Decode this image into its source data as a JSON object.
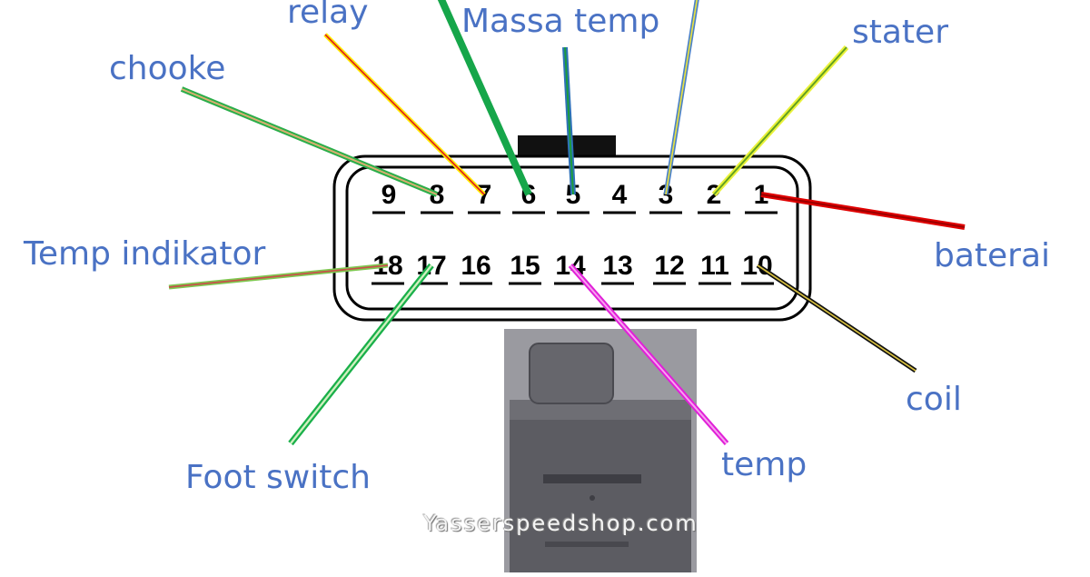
{
  "connector": {
    "pins_top": [
      "9",
      "8",
      "7",
      "6",
      "5",
      "4",
      "3",
      "2",
      "1"
    ],
    "pins_bottom": [
      "18",
      "17",
      "16",
      "15",
      "14",
      "13",
      "12",
      "11",
      "10"
    ]
  },
  "wires": [
    {
      "label": "relay",
      "pin": "7",
      "colors": [
        "#ffeb00",
        "#e02020"
      ]
    },
    {
      "label": "Massa temp",
      "pin": "5",
      "colors": [
        "#2e72b8",
        "#1c9c3c"
      ]
    },
    {
      "label": "stater",
      "pin": "2",
      "colors": [
        "#eaf23a",
        "#62a020"
      ]
    },
    {
      "label": "chooke",
      "pin": "8",
      "colors": [
        "#2aae4a",
        "#d8b070"
      ]
    },
    {
      "label": "Temp indikator",
      "pin": "18",
      "colors": [
        "#7ec850",
        "#c8504a"
      ]
    },
    {
      "label": "baterai",
      "pin": "1",
      "colors": [
        "#e00000",
        "#9c0000"
      ]
    },
    {
      "label": "coil",
      "pin": "10",
      "colors": [
        "#101010",
        "#d8c040"
      ]
    },
    {
      "label": "Foot switch",
      "pin": "17",
      "colors": [
        "#1ab04a",
        "#d0f0c0"
      ]
    },
    {
      "label": "temp",
      "pin": "14",
      "colors": [
        "#e020d8",
        "#f8a0f0"
      ]
    },
    {
      "label": "",
      "pin": "6",
      "colors": [
        "#16a64a",
        "#16a64a"
      ]
    },
    {
      "label": "",
      "pin": "3",
      "colors": [
        "#4c82c8",
        "#e8e040"
      ]
    }
  ],
  "watermark": "Yasserspeedshop.com",
  "colors": {
    "label_text": "#4a72c4",
    "connector_outline": "#000000",
    "module_body": "#5a5a5e"
  }
}
